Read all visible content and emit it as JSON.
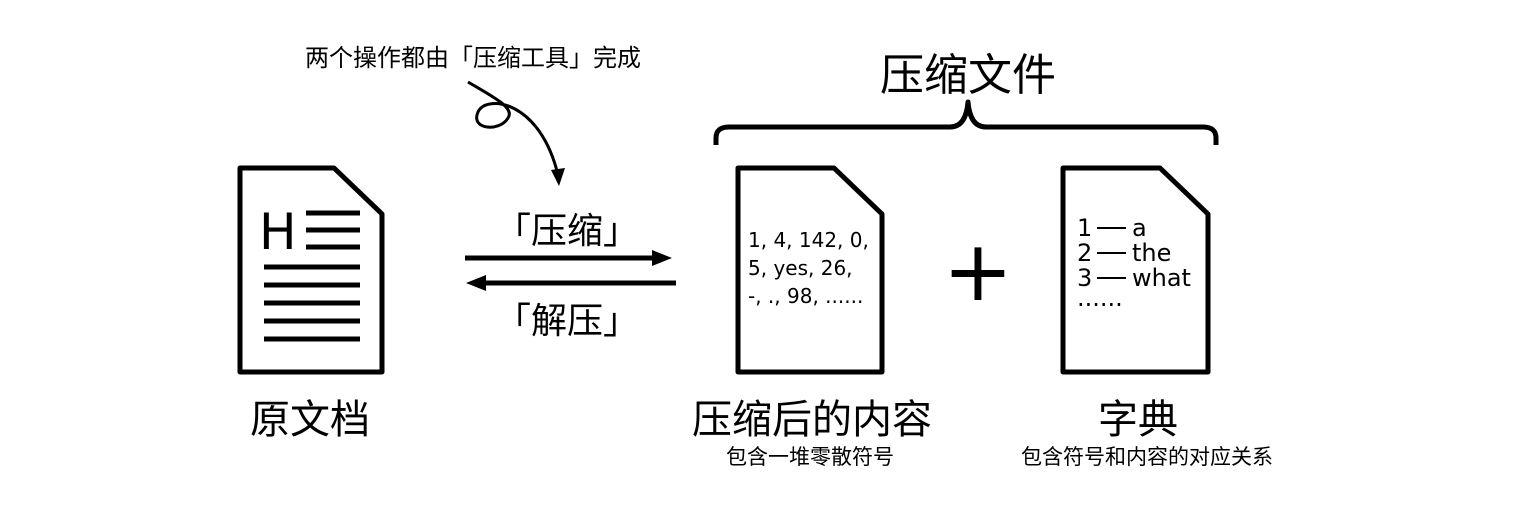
{
  "annotation": {
    "text": "两个操作都由「压缩工具」完成"
  },
  "compressed_file": {
    "title": "压缩文件"
  },
  "original_doc": {
    "icon": "document-heading-icon",
    "heading_letter": "H",
    "label": "原文档"
  },
  "operations": {
    "compress": "「压缩」",
    "decompress": "「解压」"
  },
  "compressed_content": {
    "lines": [
      "1, 4, 142, 0,",
      "5, yes, 26,",
      "-, ., 98, ......"
    ],
    "label": "压缩后的内容",
    "sublabel": "包含一堆零散符号"
  },
  "plus": "+",
  "dictionary": {
    "entries": [
      {
        "key": "1",
        "value": "a"
      },
      {
        "key": "2",
        "value": "the"
      },
      {
        "key": "3",
        "value": "what"
      }
    ],
    "more": "......",
    "label": "字典",
    "sublabel": "包含符号和内容的对应关系"
  },
  "colors": {
    "ink": "#000000",
    "background": "#ffffff"
  }
}
